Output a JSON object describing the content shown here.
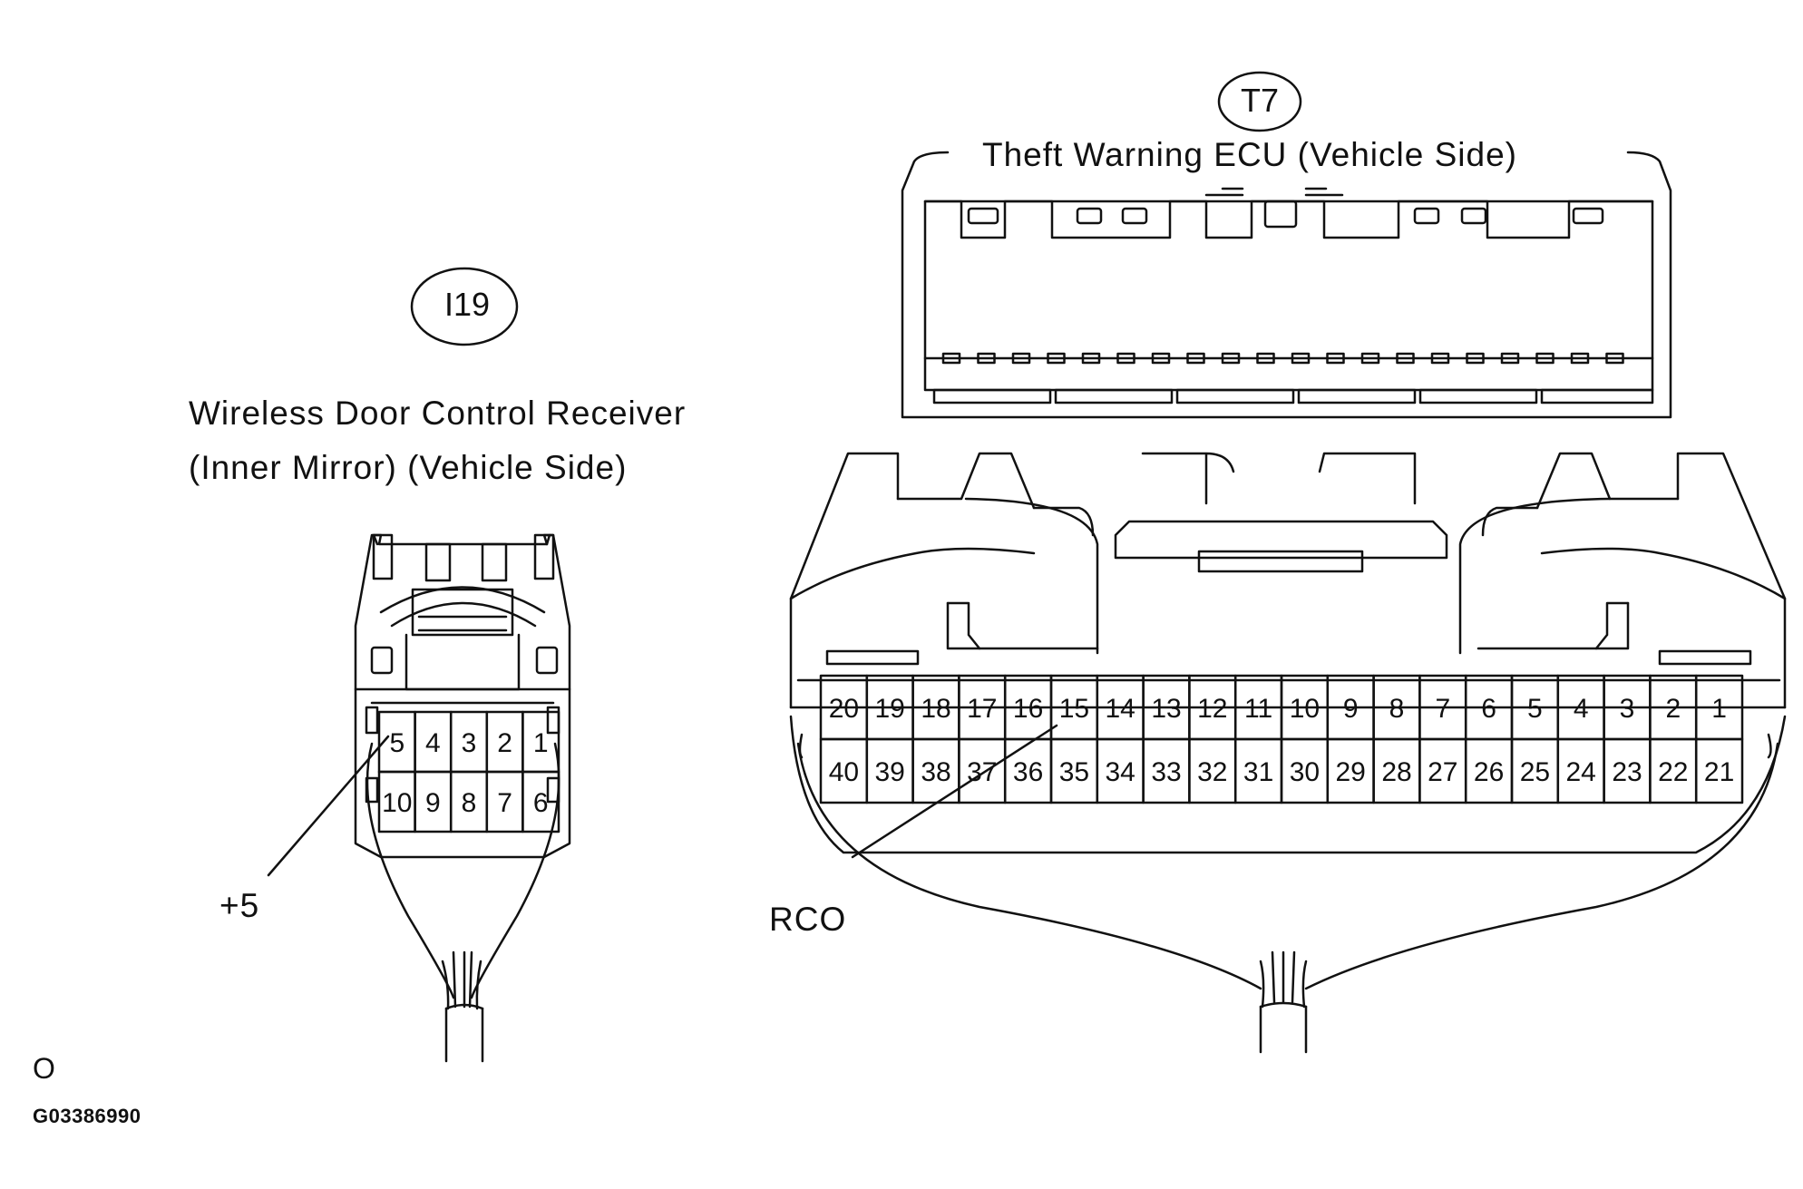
{
  "left_connector": {
    "code": "I19",
    "title_line1": "Wireless Door Control Receiver",
    "title_line2": "(Inner Mirror)  (Vehicle Side)",
    "pins_top": [
      "5",
      "4",
      "3",
      "2",
      "1"
    ],
    "pins_bottom": [
      "10",
      "9",
      "8",
      "7",
      "6"
    ],
    "callout": "+5"
  },
  "right_connector": {
    "code": "T7",
    "title": "Theft Warning ECU  (Vehicle Side)",
    "pins_top": [
      "20",
      "19",
      "18",
      "17",
      "16",
      "15",
      "14",
      "13",
      "12",
      "11",
      "10",
      "9",
      "8",
      "7",
      "6",
      "5",
      "4",
      "3",
      "2",
      "1"
    ],
    "pins_bottom": [
      "40",
      "39",
      "38",
      "37",
      "36",
      "35",
      "34",
      "33",
      "32",
      "31",
      "30",
      "29",
      "28",
      "27",
      "26",
      "25",
      "24",
      "23",
      "22",
      "21"
    ],
    "callout": "RCO"
  },
  "footer": {
    "mark": "O",
    "figure_code": "G03386990"
  }
}
